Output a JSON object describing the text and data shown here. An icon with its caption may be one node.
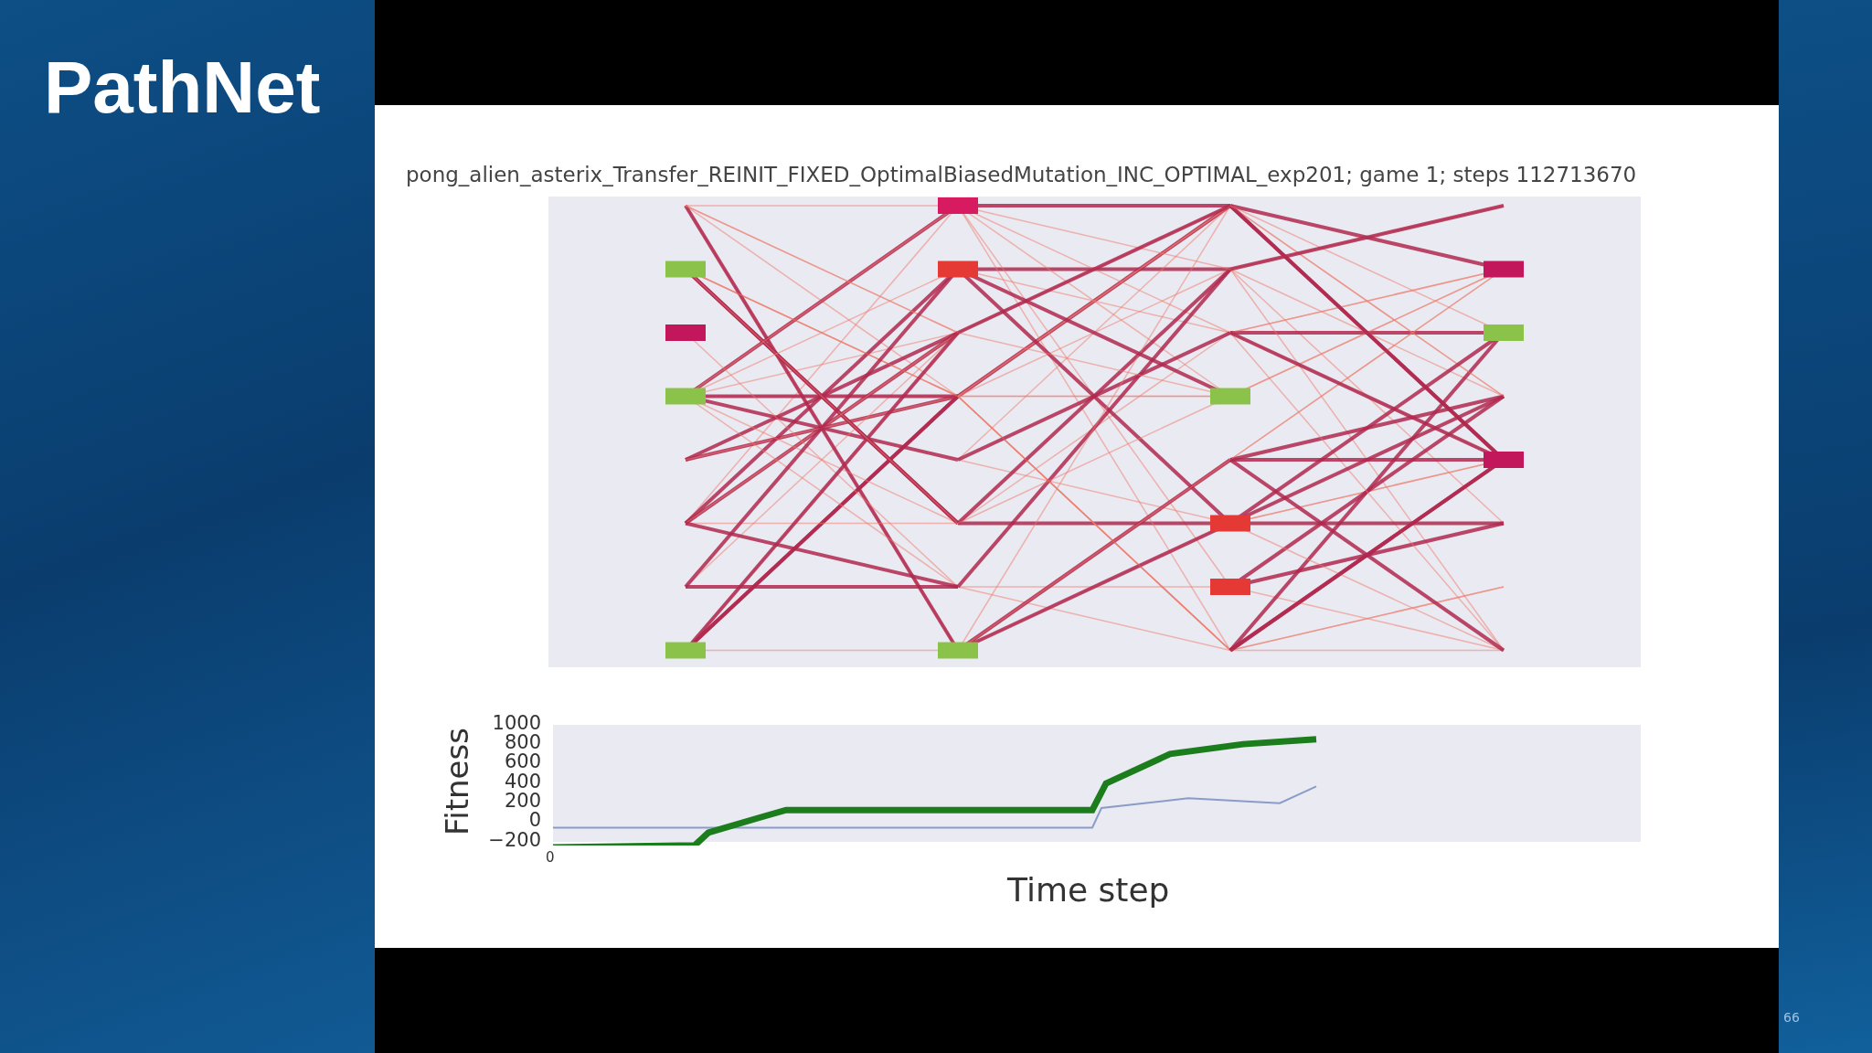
{
  "diagram": {
    "title": "PathNet",
    "labels": [
      "pong_alien_asterix_Transfer_REINIT_FIXED_OptimalBiasedMutation_INC_OPTIMAL_exp201; game 1; steps 112713670",
      "1000",
      "800",
      "600",
      "400",
      "200",
      "0",
      "−200",
      "0",
      "Fitness",
      "Time step",
      "66"
    ]
  }
}
